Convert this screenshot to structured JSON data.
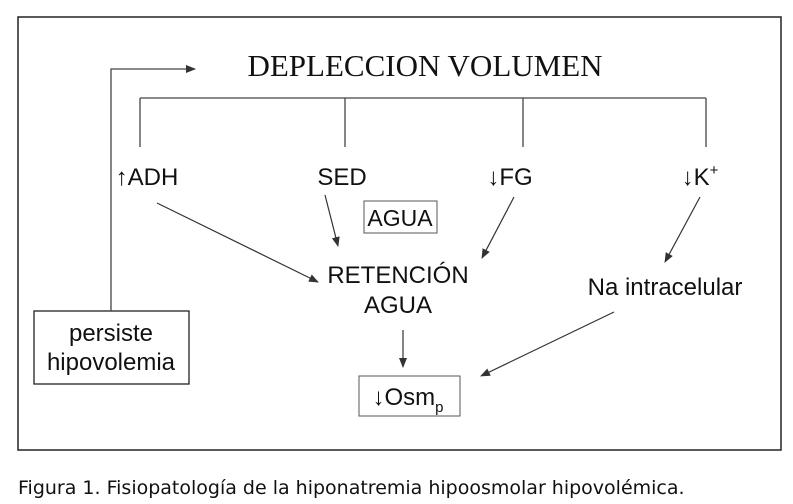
{
  "title": "DEPLECCION VOLUMEN",
  "nodes": {
    "adh": "↑ADH",
    "sed": "SED",
    "fg": "↓FG",
    "k": "↓K",
    "k_sup": "+",
    "agua_box": "AGUA",
    "retencion_line1": "RETENCIÓN",
    "retencion_line2": "AGUA",
    "na_intracelular": "Na intracelular",
    "persiste_line1": "persiste",
    "persiste_line2": "hipovolemia",
    "osm": "↓Osm",
    "osm_sub": "p"
  },
  "caption": "Figura 1. Fisiopatología de la hiponatremia hipoosmolar hipovolémica.",
  "colors": {
    "frame": "#222222",
    "lines": "#444444",
    "text": "#111111"
  }
}
